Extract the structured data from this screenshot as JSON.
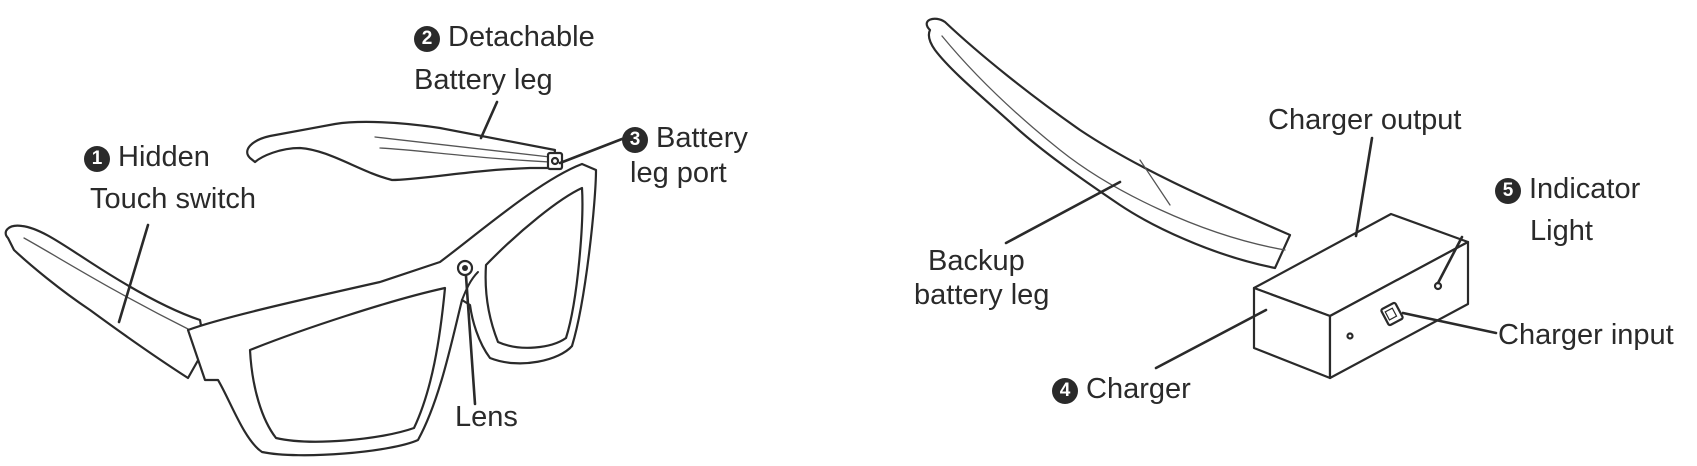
{
  "left_figure": {
    "labels": {
      "touch_switch": {
        "number": "1",
        "line1": "Hidden",
        "line2": "Touch switch"
      },
      "battery_leg": {
        "number": "2",
        "line1": "Detachable",
        "line2": "Battery leg"
      },
      "leg_port": {
        "number": "3",
        "line1": "Battery",
        "line2": "leg port"
      },
      "lens": {
        "text": "Lens"
      }
    }
  },
  "right_figure": {
    "labels": {
      "charger_output": {
        "text": "Charger output"
      },
      "indicator": {
        "number": "5",
        "line1": "Indicator",
        "line2": "Light"
      },
      "backup_leg": {
        "line1": "Backup",
        "line2": "battery leg"
      },
      "charger_input": {
        "text": "Charger input"
      },
      "charger": {
        "number": "4",
        "text": "Charger"
      }
    }
  }
}
